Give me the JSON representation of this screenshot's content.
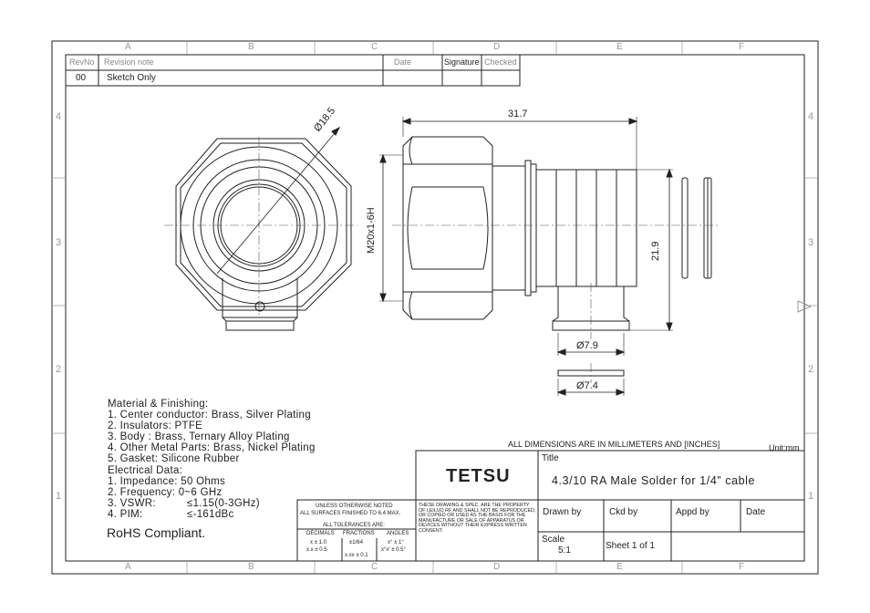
{
  "grid": {
    "letters": [
      "A",
      "B",
      "C",
      "D",
      "E",
      "F"
    ],
    "numbers": [
      "4",
      "3",
      "2",
      "1"
    ]
  },
  "revision_table": {
    "headers": {
      "rev_no": "RevNo",
      "note": "Revision note",
      "date": "Date",
      "signature": "Signature",
      "checked": "Checked"
    },
    "row": {
      "rev_no": "00",
      "note": "Sketch Only",
      "date": "",
      "signature": "",
      "checked": ""
    }
  },
  "dimensions": {
    "diameter_front": "Ø18.5",
    "length": "31.7",
    "thread": "M20x1-6H",
    "height": "21.9",
    "dia_cable": "Ø7.9",
    "dia_gasket": "Ø7.4"
  },
  "materials": {
    "heading": "Material & Finishing:",
    "items": [
      "1. Center conductor: Brass, Silver Plating",
      "2. Insulators: PTFE",
      "3. Body : Brass, Ternary Alloy Plating",
      "4. Other Metal Parts: Brass, Nickel Plating",
      "5. Gasket: Silicone Rubber"
    ],
    "electrical_heading": "Electrical Data:",
    "electrical": [
      {
        "label": "1. Impedance: 50 Ohms",
        "value": ""
      },
      {
        "label": "2. Frequency: 0~6 GHz",
        "value": ""
      },
      {
        "label": "3. VSWR:",
        "value": "≤1.15(0-3GHz)"
      },
      {
        "label": "4. PIM:",
        "value": "≤-161dBc"
      }
    ],
    "rohs": "RoHS Compliant."
  },
  "tolerance_block": {
    "line1": "UNLESS OTHERWISE NOTED",
    "line2": "ALL SURFACES FINISHED TO 6.4 MAX.",
    "line3": "ALL TOLERANCES ARE:",
    "col_decimals": "DECIMALS",
    "col_fractions": "FRACTIONS",
    "col_angles": "ANGLES",
    "dec1": "x ± 1.0",
    "dec2": "x.x ± 0.5",
    "frac1": "±1/64",
    "frac2": "x.xx ± 0.1",
    "ang1": "x° ± 1°",
    "ang2": "x°x' ± 0.5°"
  },
  "notice": "THESE DRAWING & SPEC. ARE THE PROPERTY OF LEILUO RF AND SHALL NOT BE REPRODUCED, OR COPIED OR USED AS THE BASIS FOR THE MANUFACTURE OR SALE OF APPARATUS OR DEVICES WITHOUT THEIR EXPRESS WRITTEN CONSENT.",
  "units_note": "ALL DIMENSIONS ARE IN MILLIMETERS AND [INCHES]",
  "unit_label": "Unit:mm",
  "title_block": {
    "company": "TETSU",
    "title_label": "Title",
    "title": "4.3/10 RA Male Solder for 1/4” cable",
    "drawn_by": "Drawn by",
    "ckd_by": "Ckd by",
    "appd_by": "Appd by",
    "date": "Date",
    "scale_label": "Scale",
    "scale": "5:1",
    "sheet": "Sheet 1 of 1"
  }
}
